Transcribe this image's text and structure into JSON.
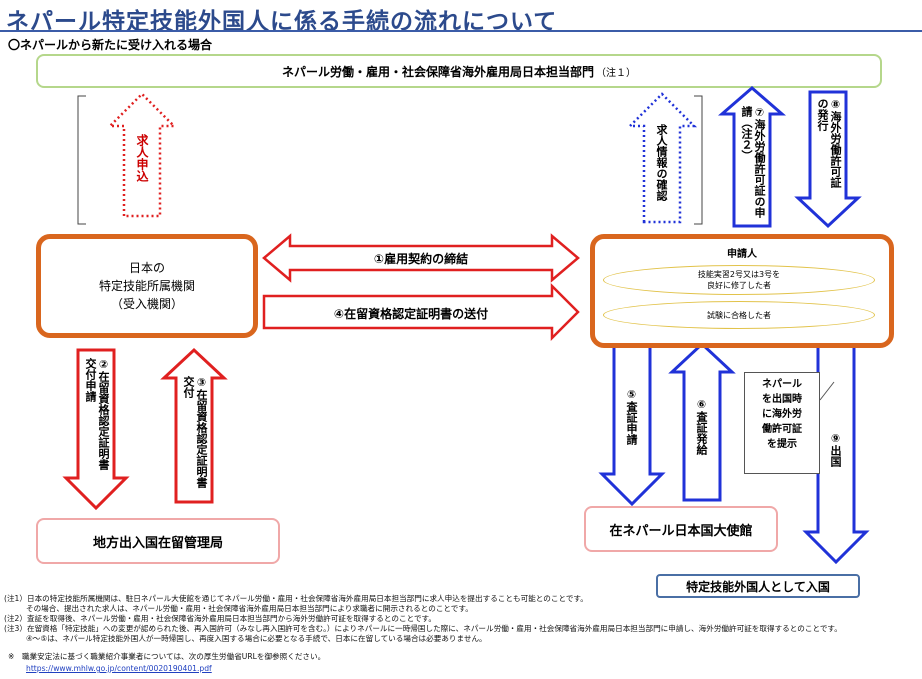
{
  "title": "ネパール特定技能外国人に係る手続の流れについて",
  "subtitle": "〇ネパールから新たに受け入れる場合",
  "nepal_ministry": {
    "label": "ネパール労働・雇用・社会保障省海外雇用局日本担当部門",
    "note": "（注１）"
  },
  "japan_org": {
    "line1": "日本の",
    "line2": "特定技能所属機関",
    "line3": "（受入機関）"
  },
  "applicant": {
    "title": "申請人",
    "option1_line1": "技能実習2号又は3号を",
    "option1_line2": "良好に修了した者",
    "option2": "試験に合格した者"
  },
  "immigration_bureau": "地方出入国在留管理局",
  "embassy": "在ネパール日本国大使館",
  "entry": "特定技能外国人として入国",
  "callout": {
    "line1": "ネパール",
    "line2": "を出国時",
    "line3": "に海外労",
    "line4": "働許可証",
    "line5": "を提示"
  },
  "arrows": {
    "job_application": "求人申込",
    "job_confirmation": "求人情報の確認",
    "step1": "①雇用契約の締結",
    "step2": "②在留資格認定証明書交付申請",
    "step3": "③在留資格認定証明書交付",
    "step4": "④在留資格認定証明書の送付",
    "step5": "⑤査証申請",
    "step6": "⑥査証発給",
    "step7": "⑦海外労働許可証の申請（注２）",
    "step8": "⑧海外労働許可証の発行",
    "step9": "⑨出国"
  },
  "footnotes": {
    "note1a": "(注1）日本の特定技能所属機関は、駐日ネパール大使館を通じてネパール労働・雇用・社会保障省海外雇用局日本担当部門に求人申込を提出することも可能とのことです。",
    "note1b": "その場合、提出された求人は、ネパール労働・雇用・社会保障省海外雇用局日本担当部門により求職者に開示されるとのことです。",
    "note2": "(注2）査証を取得後、ネパール労働・雇用・社会保障省海外雇用局日本担当部門から海外労働許可証を取得するとのことです。",
    "note3a": "(注3）在留資格「特定技能」への変更が認められた後、再入国許可（みなし再入国許可を含む。）によりネパールに一時帰国した際に、ネパール労働・雇用・社会保障省海外雇用局日本担当部門に申請し、海外労働許可証を取得するとのことです。",
    "note3b": "④～⑤は、ネパール特定技能外国人が一時帰国し、再度入国する場合に必要となる手続で、日本に在留している場合は必要ありません。",
    "remark": "※　職業安定法に基づく職業紹介事業者については、次の厚生労働省URLを御参照ください。",
    "url": "https://www.mhlw.go.jp/content/0020190401.pdf"
  },
  "colors": {
    "title": "#2c4a8c",
    "orange_border": "#d9661e",
    "red_arrow": "#e02020",
    "blue_arrow": "#2032d8",
    "green_border": "#b5d78b",
    "pink_border": "#f0a8a8"
  }
}
